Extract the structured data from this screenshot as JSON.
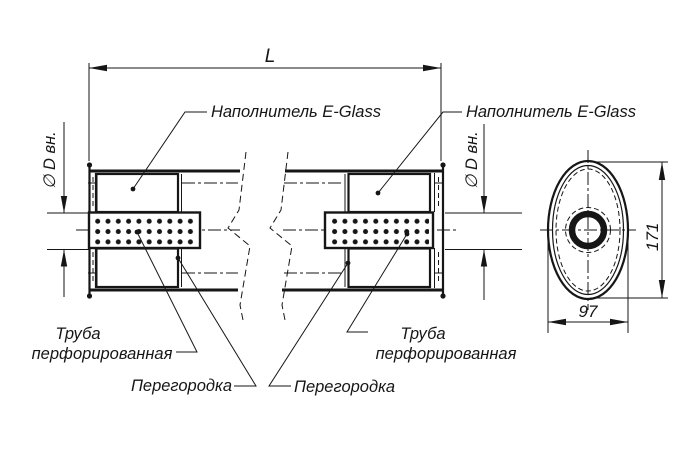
{
  "drawing": {
    "colors": {
      "line": "#161616",
      "background": "#ffffff"
    },
    "dimensions": {
      "length": "L",
      "inner_diameter_left": "∅ D вн.",
      "inner_diameter_right": "∅ D вн.",
      "end_view_height": "171",
      "end_view_width": "97"
    },
    "labels": {
      "filler_left": "Наполнитель E-Glass",
      "filler_right": "Наполнитель E-Glass",
      "pipe_left": {
        "line1": "Труба",
        "line2": "перфорированная"
      },
      "pipe_right": {
        "line1": "Труба",
        "line2": "перфорированная"
      },
      "baffle_left": "Перегородка",
      "baffle_right": "Перегородка"
    }
  }
}
